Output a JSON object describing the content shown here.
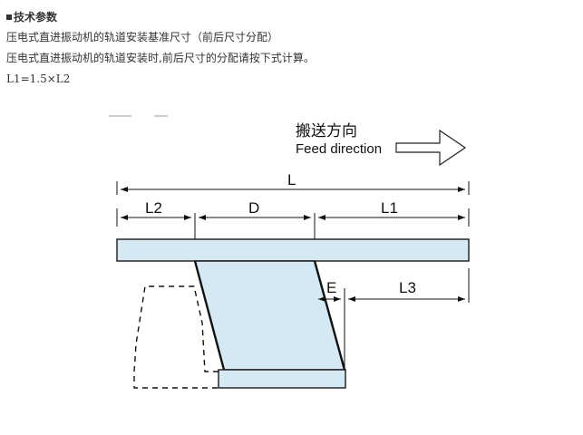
{
  "section_title": "技术参数",
  "lines": [
    "压电式直进振动机的轨道安装基准尺寸（前后尺寸分配）",
    "压电式直进振动机的轨道安装时,前后尺寸的分配请按下式计算。"
  ],
  "formula": "L1=1.5×L2",
  "diagram": {
    "feed_cn": "搬送方向",
    "feed_en": "Feed direction",
    "labels": {
      "L": "L",
      "L2": "L2",
      "D": "D",
      "L1": "L1",
      "E": "E",
      "L3": "L3"
    },
    "colors": {
      "fill": "#d4e9f4",
      "stroke": "#1a1a1a"
    }
  }
}
